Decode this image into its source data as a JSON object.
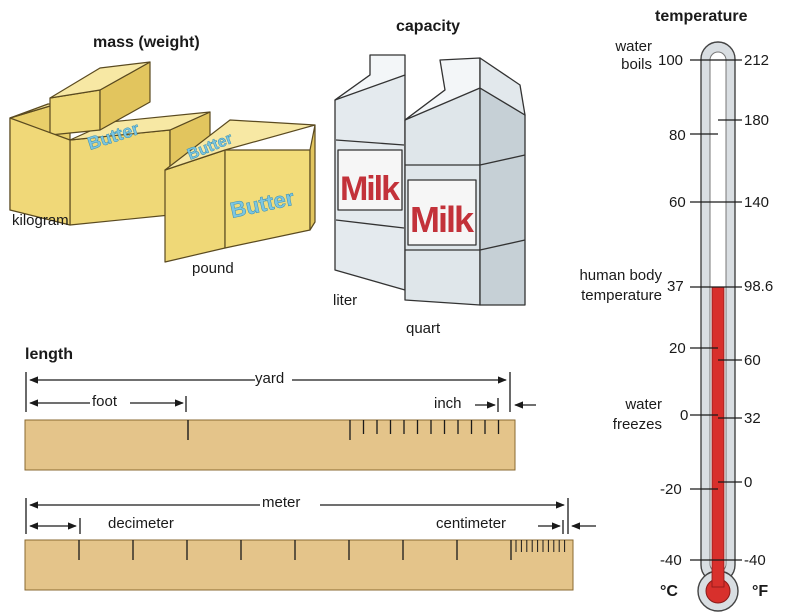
{
  "mass": {
    "title": "mass (weight)",
    "kilogram": "kilogram",
    "pound": "pound",
    "brand": "Butter"
  },
  "capacity": {
    "title": "capacity",
    "liter": "liter",
    "quart": "quart",
    "brand": "Milk"
  },
  "temperature": {
    "title": "temperature",
    "celsius_unit": "°C",
    "fahrenheit_unit": "°F",
    "water_boils": [
      "water",
      "boils"
    ],
    "body_temp": [
      "human body",
      "temperature"
    ],
    "water_freezes": [
      "water",
      "freezes"
    ],
    "celsius_ticks": [
      "100",
      "80",
      "60",
      "37",
      "20",
      "0",
      "-20",
      "-40"
    ],
    "fahrenheit_ticks": [
      "212",
      "180",
      "140",
      "98.6",
      "60",
      "32",
      "0",
      "-40"
    ],
    "mercury_level_celsius": 37,
    "colors": {
      "mercury": "#d8302c",
      "wood": "#e4c48a",
      "butter": "#f2dc7a",
      "milk": "#dfe6ea"
    }
  },
  "length": {
    "title": "length",
    "yard": "yard",
    "foot": "foot",
    "inch": "inch",
    "meter": "meter",
    "decimeter": "decimeter",
    "centimeter": "centimeter"
  }
}
